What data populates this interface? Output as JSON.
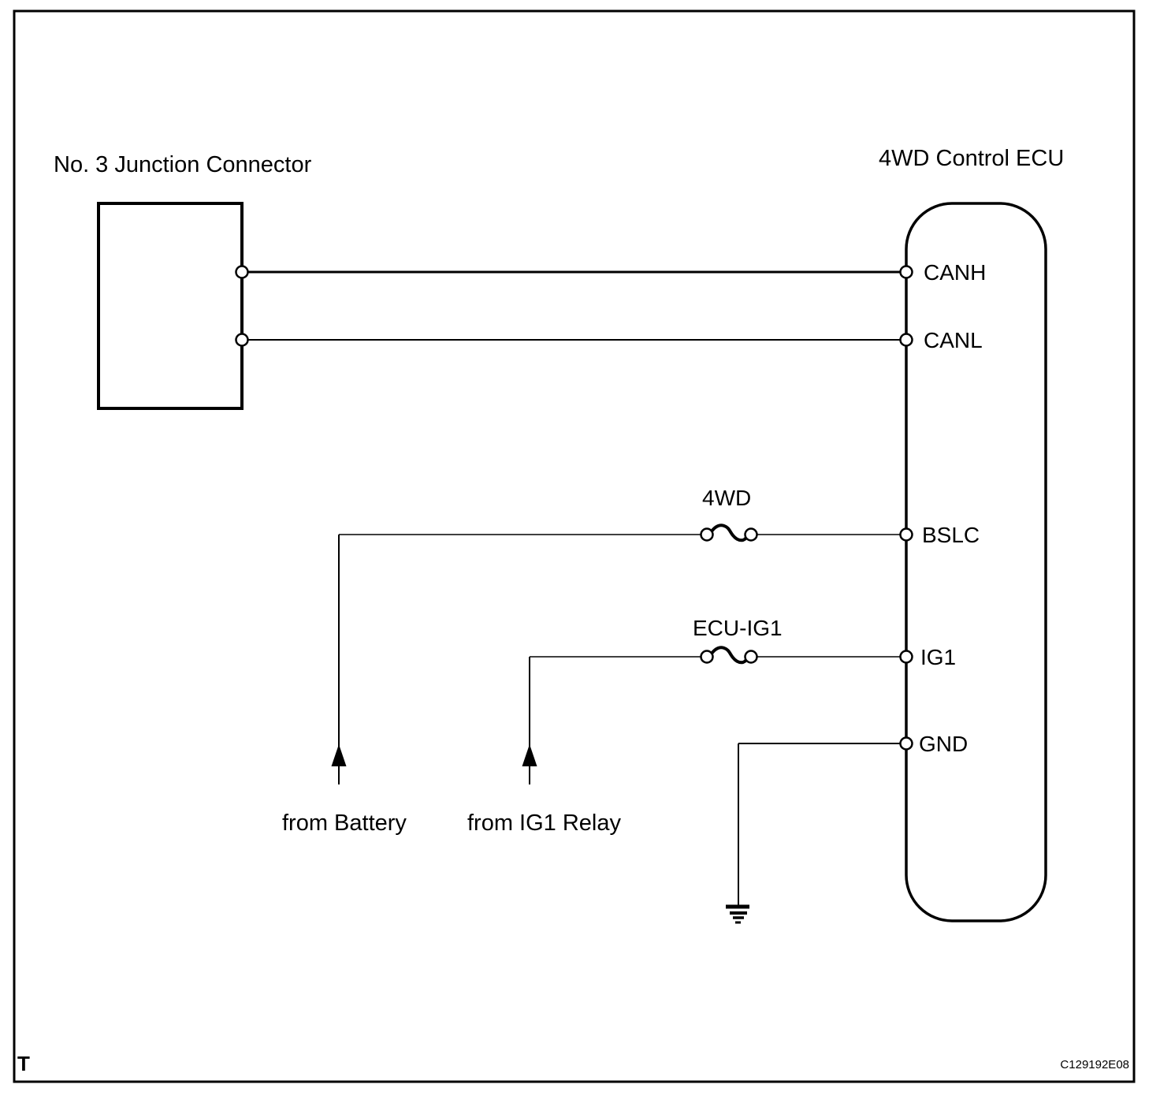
{
  "figure": {
    "labels": {
      "junction_connector": "No. 3 Junction Connector",
      "ecu": "4WD Control ECU"
    },
    "ecu_pins": {
      "canh": "CANH",
      "canl": "CANL",
      "bslc": "BSLC",
      "ig1": "IG1",
      "gnd": "GND"
    },
    "fuses": {
      "bslc": "4WD",
      "ig1": "ECU-IG1"
    },
    "sources": {
      "battery": "from Battery",
      "ig1_relay": "from IG1 Relay"
    },
    "footer": {
      "section_marker": "T",
      "figure_code": "C129192E08"
    },
    "colors": {
      "line": "#000000",
      "background": "#ffffff"
    }
  }
}
